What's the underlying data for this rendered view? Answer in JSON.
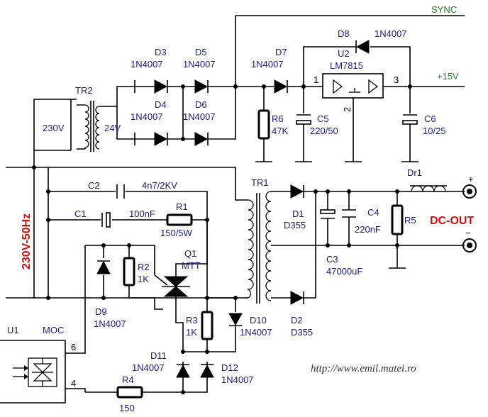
{
  "labels": {
    "sync": "SYNC",
    "d8": "D8",
    "d8_part": "1N4007",
    "u2": "U2",
    "u2_part": "LM7815",
    "pin1": "1",
    "pin2": "2",
    "pin3": "3",
    "plus15": "+15V",
    "d3": "D3",
    "d3_part": "1N4007",
    "d5": "D5",
    "d5_part": "1N4007",
    "d7": "D7",
    "d7_part": "1N4007",
    "tr2": "TR2",
    "tr2_pri": "230V",
    "tr2_sec": "24V",
    "d4": "D4",
    "d4_part": "1N4007",
    "d6": "D6",
    "d6_part": "1N4007",
    "r6": "R6",
    "r6_val": "47K",
    "c5": "C5",
    "c5_val": "220/50",
    "c6": "C6",
    "c6_val": "10/25",
    "c2": "C2",
    "c2_val": "4n7/2KV",
    "tr1": "TR1",
    "dr1": "Dr1",
    "plus": "+",
    "minus": "−",
    "c1": "C1",
    "c1_val": "100nF",
    "r1": "R1",
    "r1_val": "150/5W",
    "d1": "D1",
    "d1_part": "D355",
    "c4": "C4",
    "c4_val": "220nF",
    "r5": "R5",
    "dcout": "DC-OUT",
    "mains": "230V-50Hz",
    "q1": "Q1",
    "q1_part": "MTT",
    "r2": "R2",
    "r2_val": "1K",
    "c3": "C3",
    "c3_val": "47000uF",
    "d9": "D9",
    "d9_part": "1N4007",
    "r3": "R3",
    "r3_val": "1K",
    "d10": "D10",
    "d10_part": "1N4007",
    "d2": "D2",
    "d2_part": "D355",
    "u1": "U1",
    "u1_part": "MOC",
    "pin6": "6",
    "pin4": "4",
    "d11": "D11",
    "d11_part": "1N4007",
    "d12": "D12",
    "d12_part": "1N4007",
    "r4": "R4",
    "r4_val": "150",
    "url": "http://www.emil.matei.ro"
  }
}
